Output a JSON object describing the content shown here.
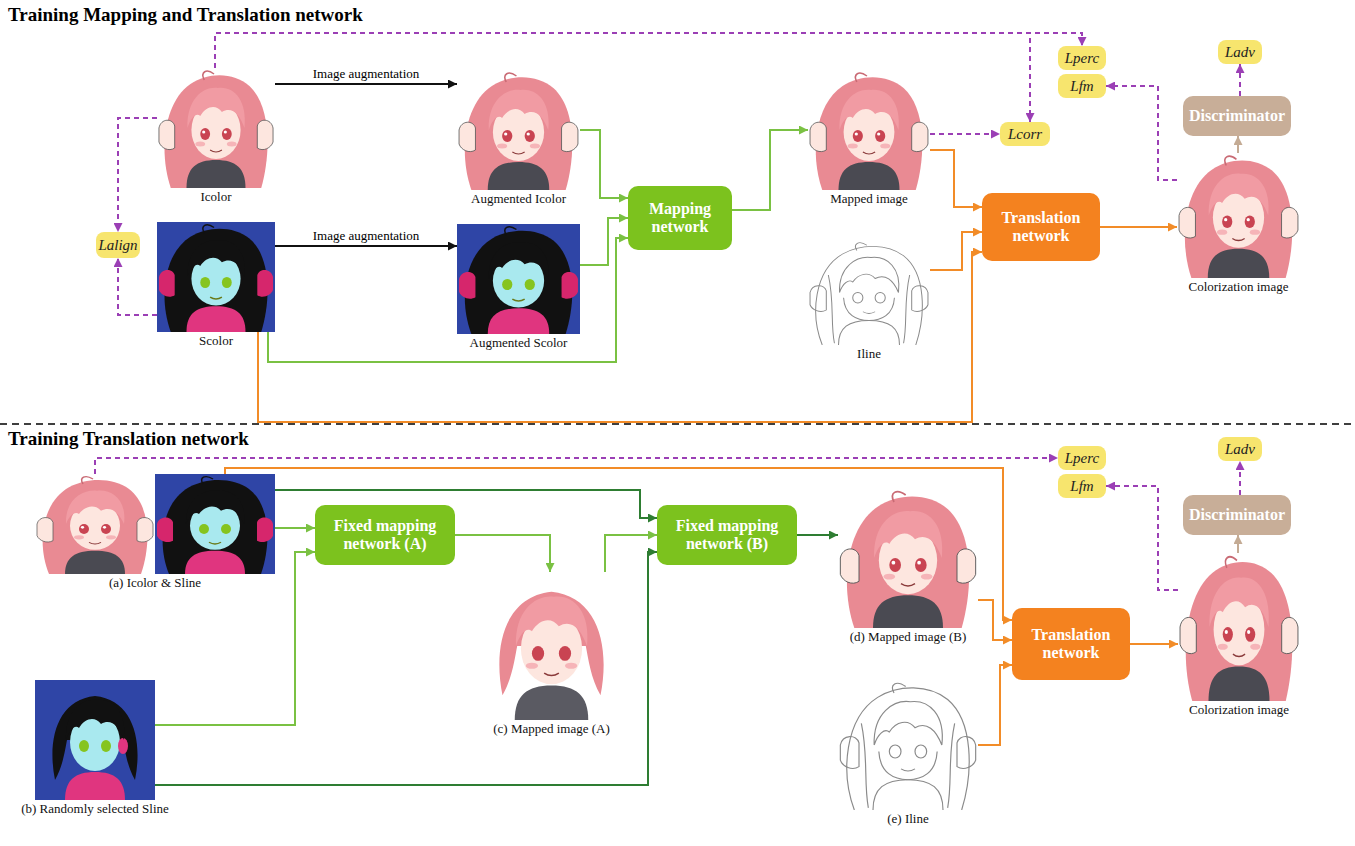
{
  "diagram": {
    "nodes": [
      {
        "text": [
          "Icolor"
        ]
      },
      {
        "text": [
          "Scolor"
        ]
      },
      {
        "text": [
          "Lalign"
        ]
      },
      {
        "text": [
          "Augmented Icolor"
        ]
      },
      {
        "text": [
          "Augmented Scolor"
        ]
      },
      {
        "text": [
          "Mapping network"
        ]
      },
      {
        "text": [
          "Mapped image"
        ]
      },
      {
        "text": [
          "Iline"
        ]
      },
      {
        "text": [
          "Translation network"
        ]
      },
      {
        "text": [
          "Colorization image"
        ]
      },
      {
        "text": [
          "Discriminator"
        ]
      },
      {
        "text": [
          "Lperc"
        ]
      },
      {
        "text": [
          "Lfm"
        ]
      },
      {
        "text": [
          "Lcorr"
        ]
      },
      {
        "text": [
          "Ladv"
        ]
      },
      {
        "text": [
          "(a) Icolor & Sline"
        ]
      },
      {
        "text": [
          "(b) Randomly selected Sline"
        ]
      },
      {
        "text": [
          "Fixed mapping network (A)"
        ]
      },
      {
        "text": [
          "(c) Mapped image (A)"
        ]
      },
      {
        "text": [
          "Fixed mapping network (B)"
        ]
      },
      {
        "text": [
          "(d) Mapped image (B)"
        ]
      },
      {
        "text": [
          "(e) Iline"
        ]
      },
      {
        "text": [
          "Translation network"
        ]
      },
      {
        "text": [
          "Colorization image"
        ]
      },
      {
        "text": [
          "Discriminator"
        ]
      },
      {
        "text": [
          "Lperc"
        ]
      },
      {
        "text": [
          "Lfm"
        ]
      },
      {
        "text": [
          "Ladv"
        ]
      }
    ],
    "edges": [
      {
        "from": 0,
        "to": 3,
        "arrow": "to",
        "label": "Image augmentation"
      },
      {
        "from": 1,
        "to": 4,
        "arrow": "to",
        "label": "Image augmentation"
      },
      {
        "from": 0,
        "to": 2,
        "arrow": "to"
      },
      {
        "from": 1,
        "to": 2,
        "arrow": "to"
      },
      {
        "from": 3,
        "to": 5,
        "arrow": "to"
      },
      {
        "from": 4,
        "to": 5,
        "arrow": "to"
      },
      {
        "from": 1,
        "to": 5,
        "arrow": "to"
      },
      {
        "from": 5,
        "to": 6,
        "arrow": "to"
      },
      {
        "from": 0,
        "to": 11,
        "arrow": "to"
      },
      {
        "from": 0,
        "to": 13,
        "arrow": "to"
      },
      {
        "from": 6,
        "to": 13,
        "arrow": "to"
      },
      {
        "from": 6,
        "to": 8,
        "arrow": "to"
      },
      {
        "from": 7,
        "to": 8,
        "arrow": "to"
      },
      {
        "from": 1,
        "to": 8,
        "arrow": "to"
      },
      {
        "from": 8,
        "to": 9,
        "arrow": "to"
      },
      {
        "from": 9,
        "to": 12,
        "arrow": "to"
      },
      {
        "from": 9,
        "to": 10,
        "arrow": "to"
      },
      {
        "from": 10,
        "to": 14,
        "arrow": "to"
      },
      {
        "from": 15,
        "to": 17,
        "arrow": "to"
      },
      {
        "from": 16,
        "to": 17,
        "arrow": "to"
      },
      {
        "from": 15,
        "to": 19,
        "arrow": "to"
      },
      {
        "from": 16,
        "to": 19,
        "arrow": "to"
      },
      {
        "from": 17,
        "to": 18,
        "arrow": "to"
      },
      {
        "from": 18,
        "to": 19,
        "arrow": "to"
      },
      {
        "from": 19,
        "to": 20,
        "arrow": "to"
      },
      {
        "from": 20,
        "to": 22,
        "arrow": "to"
      },
      {
        "from": 21,
        "to": 22,
        "arrow": "to"
      },
      {
        "from": 15,
        "to": 22,
        "arrow": "to"
      },
      {
        "from": 15,
        "to": 25,
        "arrow": "to"
      },
      {
        "from": 23,
        "to": 26,
        "arrow": "to"
      },
      {
        "from": 22,
        "to": 23,
        "arrow": "to"
      },
      {
        "from": 23,
        "to": 24,
        "arrow": "to"
      },
      {
        "from": 24,
        "to": 27,
        "arrow": "to"
      }
    ],
    "labels": [
      "Training Mapping and Translation network",
      "Training Translation network"
    ]
  }
}
